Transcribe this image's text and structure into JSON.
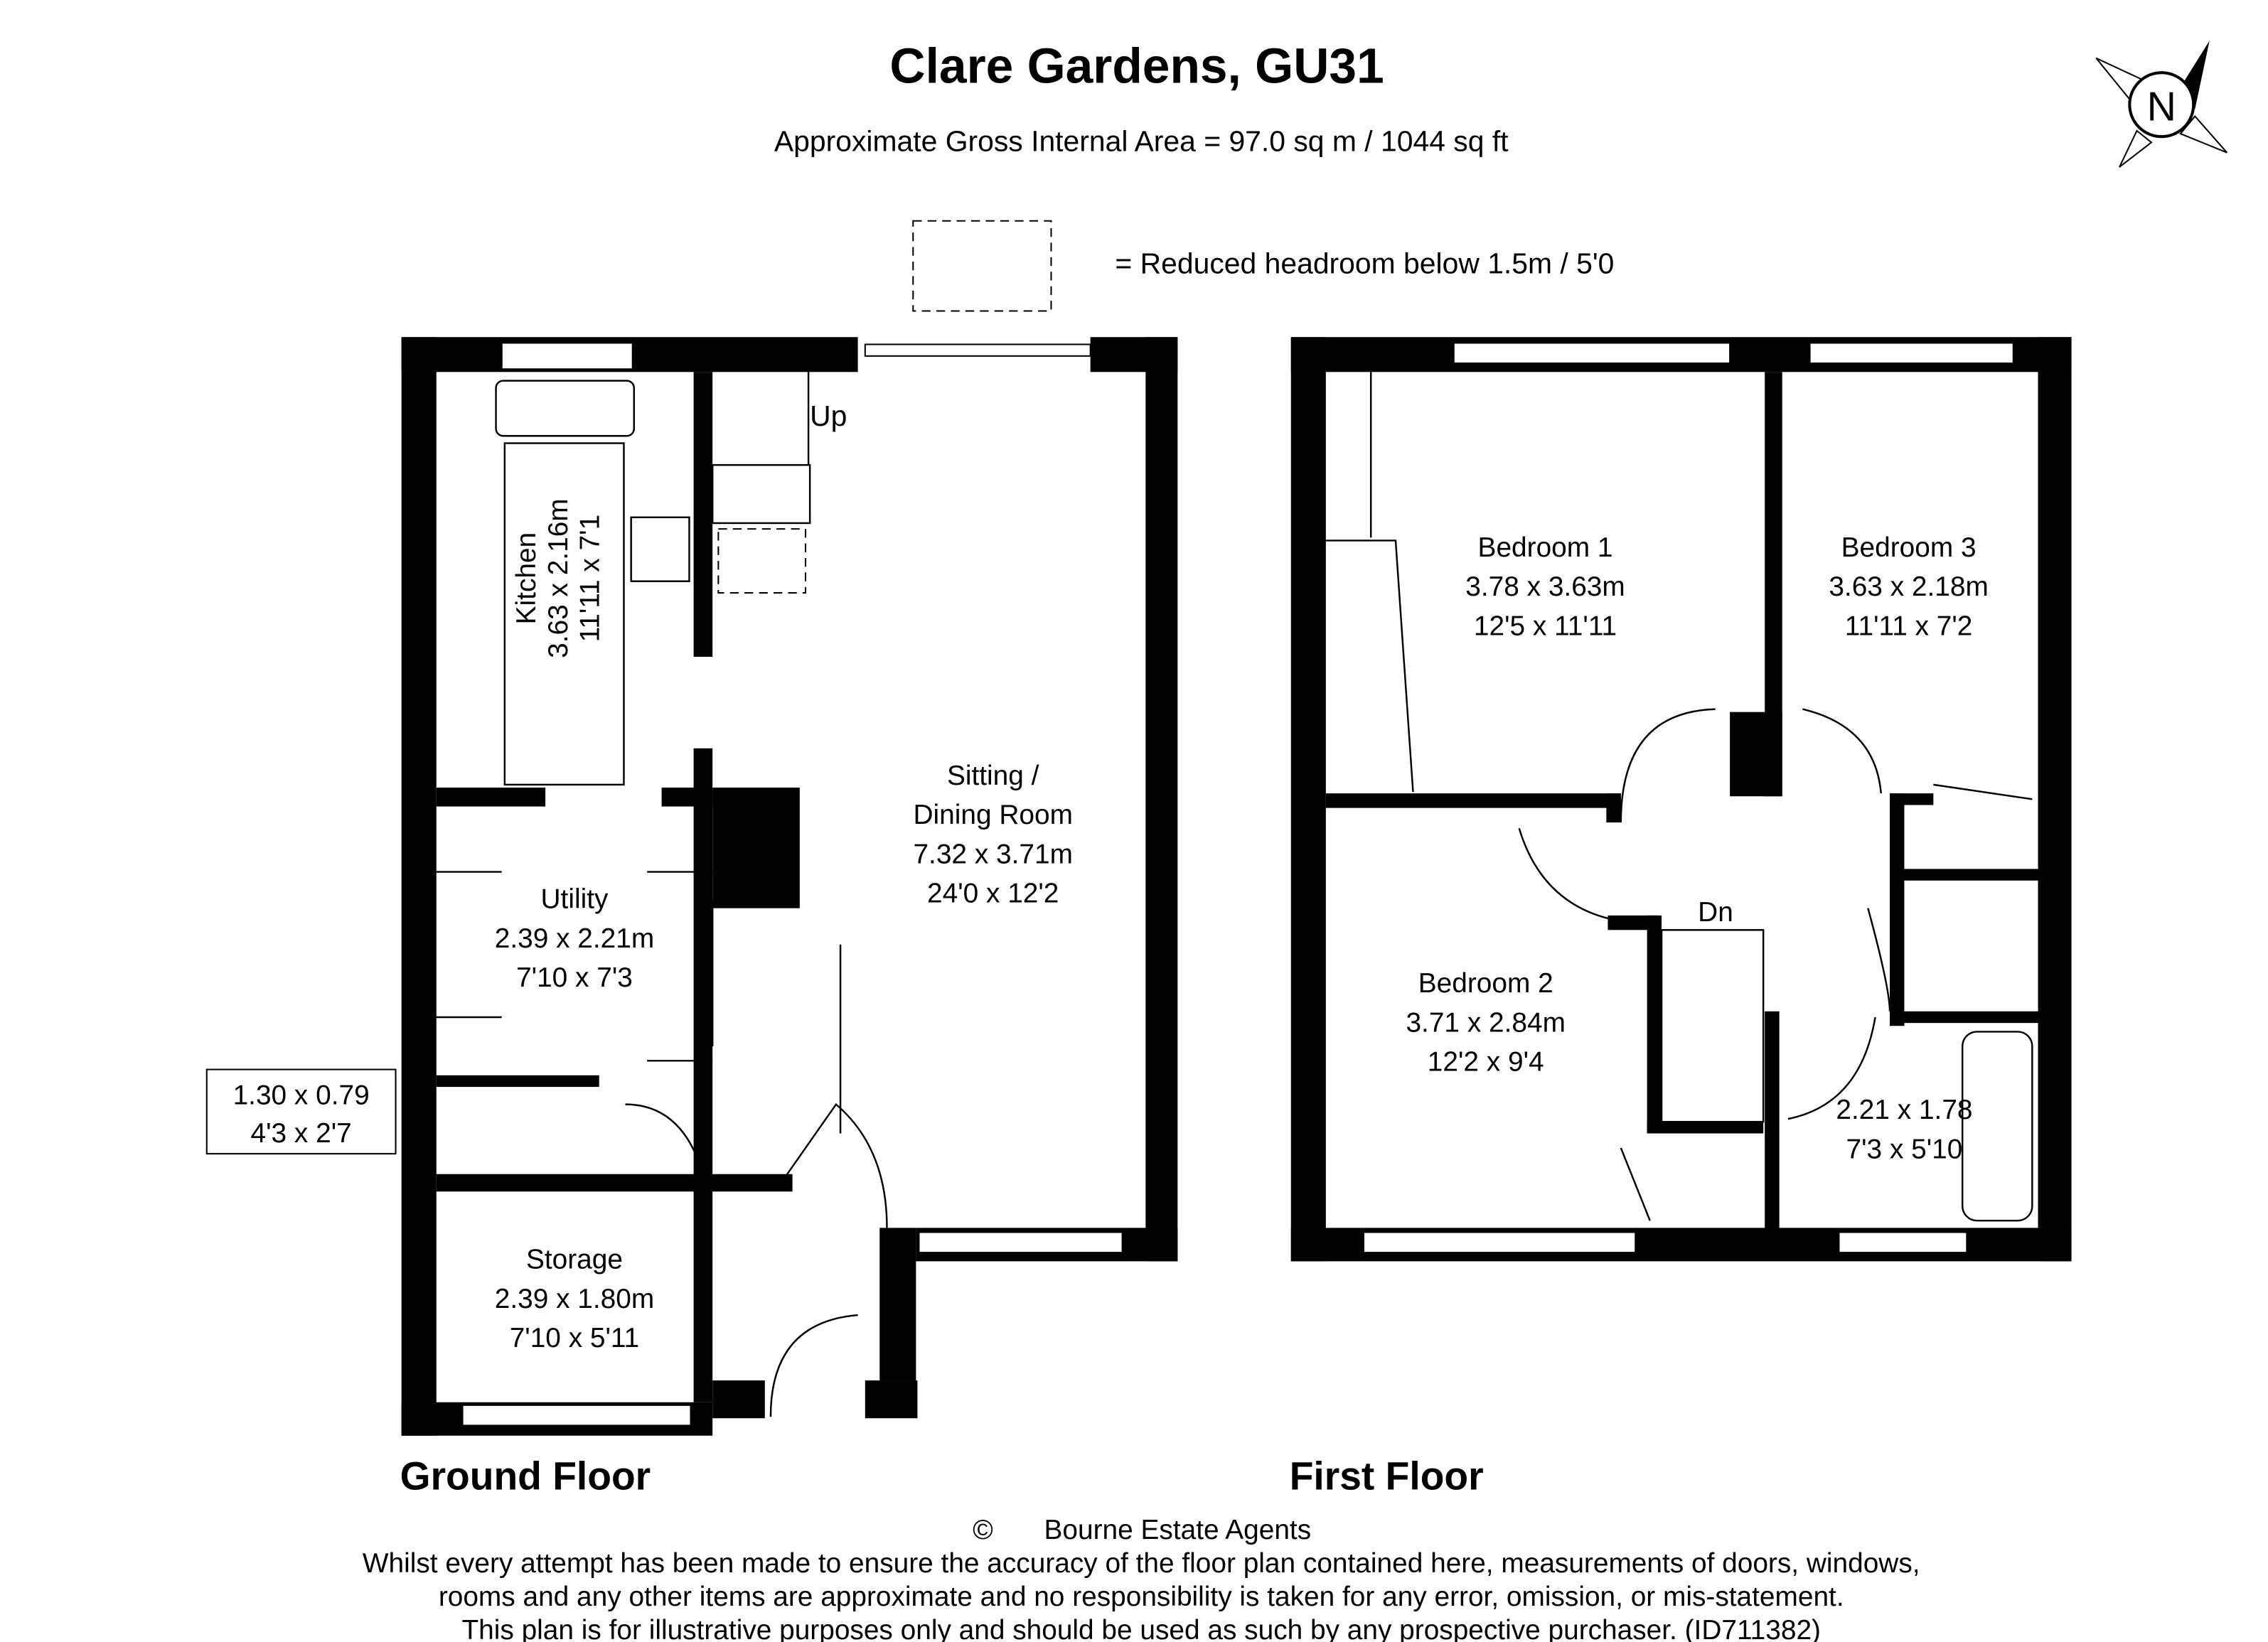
{
  "header": {
    "title": "Clare Gardens, GU31",
    "area": "Approximate Gross Internal Area = 97.0 sq m / 1044 sq ft",
    "legend": "= Reduced headroom below 1.5m / 5'0"
  },
  "compass": {
    "label": "N"
  },
  "ground_floor": {
    "label": "Ground Floor",
    "rooms": [
      {
        "name": "Kitchen",
        "metric": "3.63 x 2.16m",
        "imperial": "11'11 x 7'1"
      },
      {
        "name": "Sitting /",
        "name2": "Dining Room",
        "metric": "7.32 x 3.71m",
        "imperial": "24'0 x 12'2"
      },
      {
        "name": "Utility",
        "metric": "2.39 x 2.21m",
        "imperial": "7'10 x 7'3"
      },
      {
        "name": "Storage",
        "metric": "2.39 x 1.80m",
        "imperial": "7'10 x 5'11"
      }
    ],
    "wc": {
      "metric": "1.30 x 0.79",
      "imperial": "4'3 x 2'7"
    },
    "stairs": "Up"
  },
  "first_floor": {
    "label": "First Floor",
    "rooms": [
      {
        "name": "Bedroom 1",
        "metric": "3.78 x 3.63m",
        "imperial": "12'5 x 11'11"
      },
      {
        "name": "Bedroom 3",
        "metric": "3.63 x 2.18m",
        "imperial": "11'11 x 7'2"
      },
      {
        "name": "Bedroom 2",
        "metric": "3.71 x 2.84m",
        "imperial": "12'2 x 9'4"
      },
      {
        "metric": "2.21 x 1.78",
        "imperial": "7'3 x 5'10"
      }
    ],
    "stairs": "Dn"
  },
  "footer": {
    "copyright": "©",
    "agent": "Bourne Estate Agents",
    "disclaimer": [
      "Whilst every attempt has been made to ensure the accuracy of the floor plan contained here, measurements of doors, windows,",
      "rooms and any other items are approximate and no responsibility is taken for any error, omission, or mis-statement.",
      "This plan is for illustrative purposes only and should be used as such by any prospective purchaser. (ID711382)"
    ]
  }
}
